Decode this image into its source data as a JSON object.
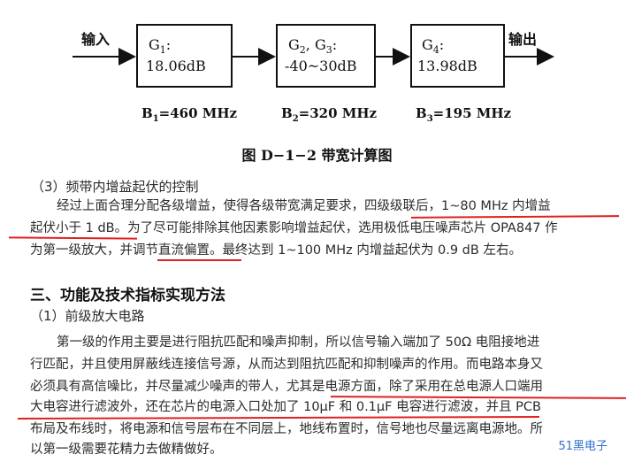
{
  "diagram": {
    "input_label": "输入",
    "output_label": "输出",
    "stages": [
      {
        "gain_name": "G",
        "gain_sub": "1",
        "gain_suffix": ":",
        "value": "18.06dB",
        "bandwidth": "B",
        "bw_sub": "1",
        "bw_value": "=460 MHz"
      },
      {
        "gain_name": "G",
        "gain_sub": "2",
        "gain_mid": ", G",
        "gain_sub2": "3",
        "gain_suffix": ":",
        "value": "-40~30dB",
        "bandwidth": "B",
        "bw_sub": "2",
        "bw_value": "=320 MHz"
      },
      {
        "gain_name": "G",
        "gain_sub": "4",
        "gain_suffix": ":",
        "value": "13.98dB",
        "bandwidth": "B",
        "bw_sub": "3",
        "bw_value": "=195 MHz"
      }
    ],
    "caption": "图 D−1−2   带宽计算图"
  },
  "text": {
    "s3_title": "（3）频带内增益起伏的控制",
    "p1_l1": "经过上面合理分配各级增益，使得各级带宽满足要求，四级级联后，1~80 MHz 内增益",
    "p1_l2": "起伏小于 1 dB。为了尽可能排除其他因素影响增益起伏，选用极低电压噪声芯片 OPA847 作",
    "p1_l3": "为第一级放大，并调节直流偏置。最终达到 1~100 MHz 内增益起伏为 0.9 dB 左右。",
    "section_heading": "三、功能及技术指标实现方法",
    "s1_title": "（1）前级放大电路",
    "p2_l1": "第一级的作用主要是进行阻抗匹配和噪声抑制，所以信号输入端加了 50Ω 电阻接地进",
    "p2_l2": "行匹配，并且使用屏蔽线连接信号源，从而达到阻抗匹配和抑制噪声的作用。而电路本身又",
    "p2_l3": "必须具有高信噪比，并尽量减少噪声的带人，尤其是电源方面，除了采用在总电源人口端用",
    "p2_l4": "大电容进行滤波外，还在芯片的电源入口处加了 10μF 和 0.1μF 电容进行滤波，并且 PCB",
    "p2_l5": "布局及布线时，将电源和信号层布在不同层上，地线布置时，信号地也尽量远离电源地。所",
    "p2_l6": "以第一级需要花精力去做精做好。"
  },
  "watermark": "51黑电子",
  "colors": {
    "underline": "#e02020",
    "watermark": "#2f6fd0"
  }
}
